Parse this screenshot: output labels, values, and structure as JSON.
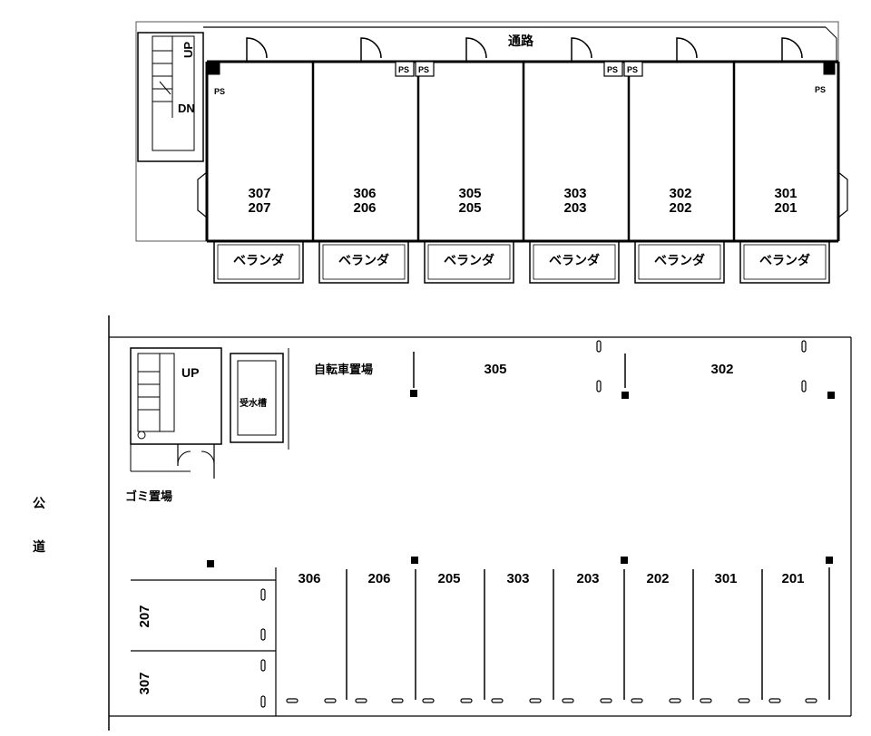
{
  "upper_floor": {
    "corridor_label": "通路",
    "stair_up": "UP",
    "stair_dn": "DN",
    "ps_label": "PS",
    "balcony_label": "ベランダ",
    "units": [
      {
        "top": "307",
        "bottom": "207"
      },
      {
        "top": "306",
        "bottom": "206"
      },
      {
        "top": "305",
        "bottom": "205"
      },
      {
        "top": "303",
        "bottom": "203"
      },
      {
        "top": "302",
        "bottom": "202"
      },
      {
        "top": "301",
        "bottom": "201"
      }
    ]
  },
  "ground_floor": {
    "stair_up": "UP",
    "water_tank": "受水槽",
    "garbage": "ゴミ置場",
    "bicycle": "自転車置場",
    "top_spaces": [
      "305",
      "302"
    ],
    "bottom_spaces": [
      "306",
      "206",
      "205",
      "303",
      "203",
      "202",
      "301",
      "201"
    ],
    "side_spaces": [
      "207",
      "307"
    ]
  },
  "public_road": [
    "公",
    "道"
  ]
}
